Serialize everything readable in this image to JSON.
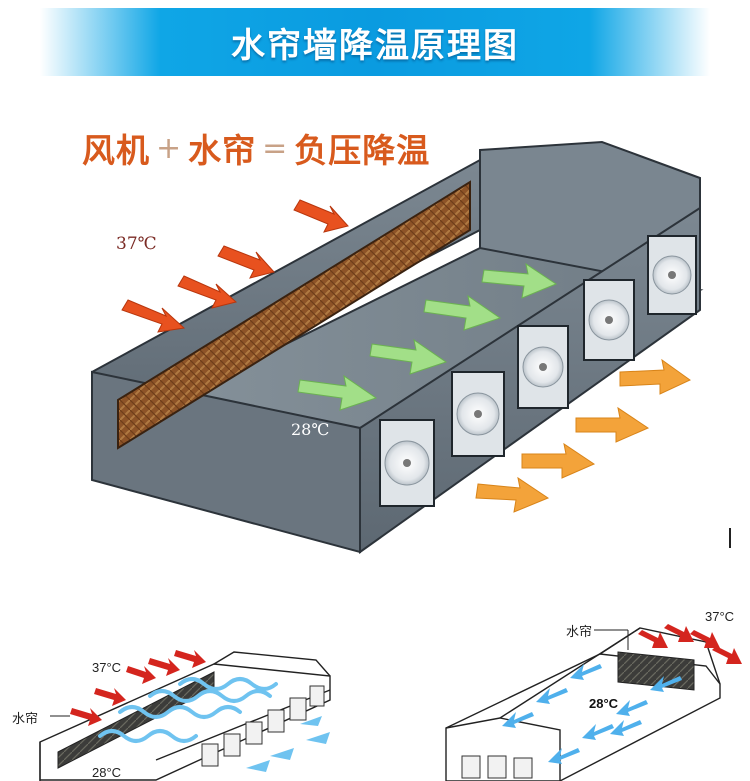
{
  "title": "水帘墙降温原理图",
  "formula": {
    "fan": "风机",
    "plus": "+",
    "curtain": "水帘",
    "equals": "=",
    "result": "负压降温"
  },
  "main_diagram": {
    "outside_temp": "37℃",
    "inside_temp": "28℃"
  },
  "lower_left": {
    "outside_temp": "37°C",
    "curtain_label": "水帘",
    "inside_temp": "28°C"
  },
  "lower_right": {
    "curtain_label": "水帘",
    "outside_temp": "37°C",
    "inside_temp": "28°C"
  },
  "colors": {
    "banner": "#0a9be0",
    "formula_text": "#d85a1d",
    "hot_arrow": "#e8511f",
    "cool_arrow": "#9edc85",
    "exhaust_arrow": "#f3a33a",
    "building_wall": "#6f7b85",
    "curtain_pad": "#8a5226",
    "airflow": "#6fc3f0"
  }
}
